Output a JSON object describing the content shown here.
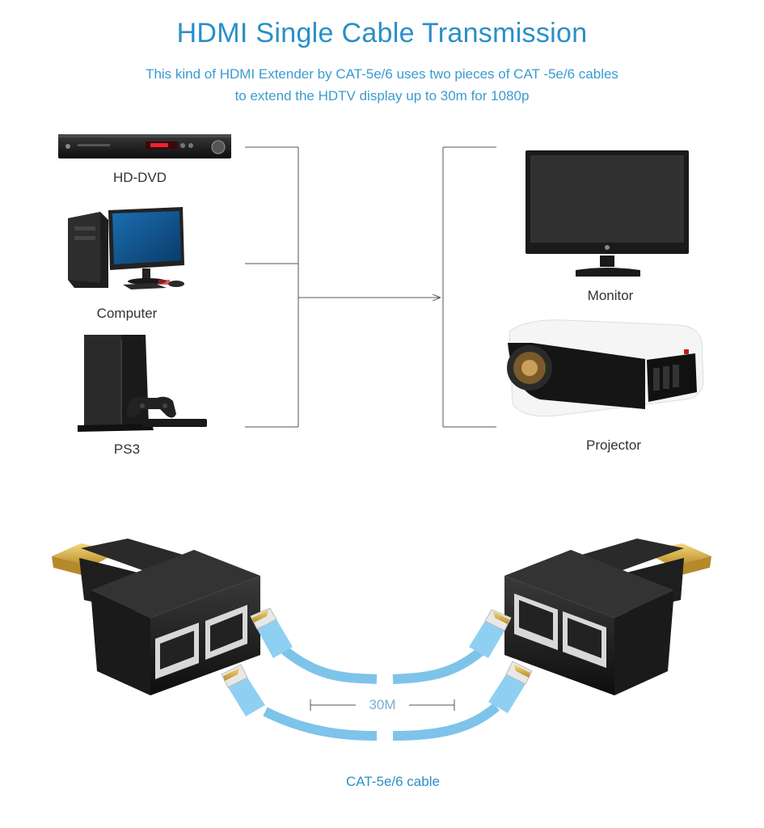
{
  "header": {
    "title": "HDMI Single Cable Transmission",
    "subtitle_line1": "This kind of HDMI Extender by CAT-5e/6 uses two pieces of CAT -5e/6 cables",
    "subtitle_line2": "to extend the HDTV display up to 30m for 1080p"
  },
  "sources": [
    {
      "label": "HD-DVD",
      "icon": "dvd-player-icon"
    },
    {
      "label": "Computer",
      "icon": "desktop-computer-icon"
    },
    {
      "label": "PS3",
      "icon": "game-console-icon"
    }
  ],
  "displays": [
    {
      "label": "Monitor",
      "icon": "monitor-icon"
    },
    {
      "label": "Projector",
      "icon": "projector-icon"
    }
  ],
  "cable": {
    "distance_label": "30M",
    "caption": "CAT-5e/6 cable"
  },
  "colors": {
    "accent": "#2a8fc8",
    "cable": "#7ec3ea",
    "adapter": "#1b1b1b",
    "connector_gold": "#d8b24a"
  }
}
